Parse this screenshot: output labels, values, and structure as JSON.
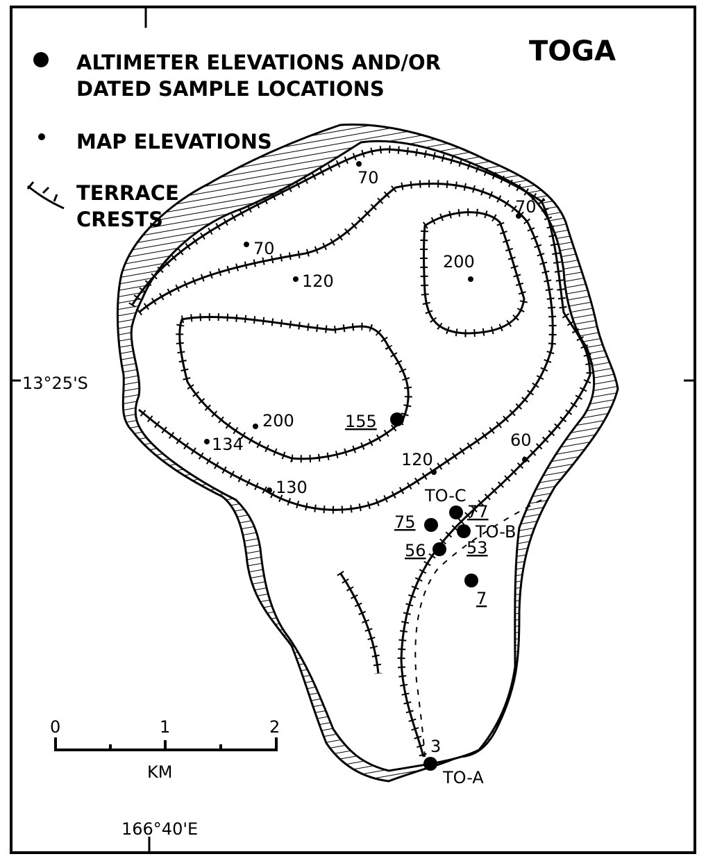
{
  "title": "TOGA",
  "legend": {
    "altimeter_line1": "ALTIMETER ELEVATIONS AND/OR",
    "altimeter_line2": "DATED SAMPLE LOCATIONS",
    "map_elevations": "MAP ELEVATIONS",
    "terrace_line1": "TERRACE",
    "terrace_line2": "CRESTS"
  },
  "latitude_label": "13°25'S",
  "longitude_label": "166°40'E",
  "scale": {
    "ticks": [
      "0",
      "1",
      "2"
    ],
    "unit": "KM"
  },
  "map_elevations": [
    "70",
    "70",
    "70",
    "120",
    "200",
    "200",
    "134",
    "130",
    "120",
    "60",
    "3"
  ],
  "altimeter_elevations": [
    "155",
    "75",
    "77",
    "56",
    "53",
    "7"
  ],
  "samples": [
    "TO-C",
    "TO-B",
    "TO-A"
  ]
}
